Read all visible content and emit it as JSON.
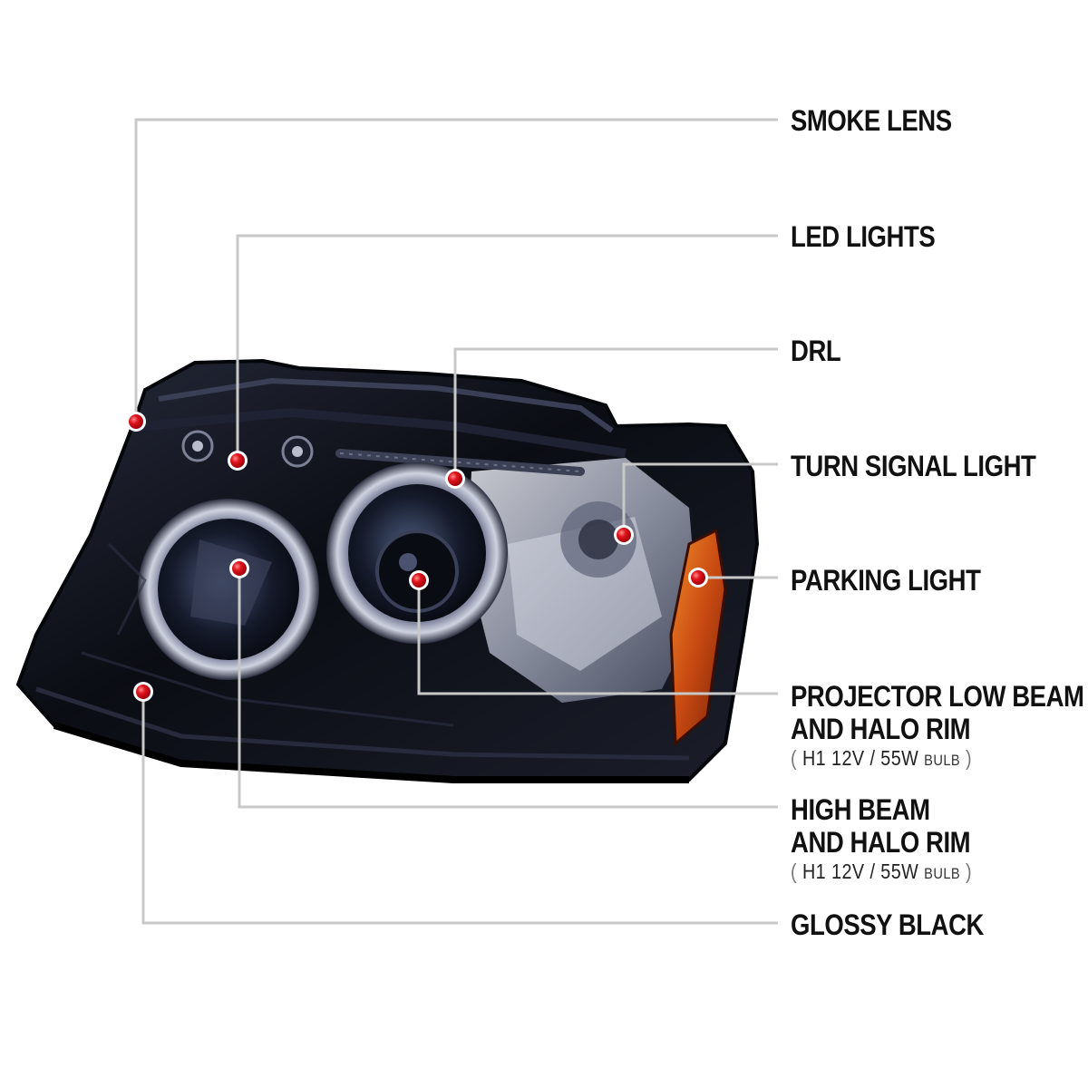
{
  "callouts": [
    {
      "id": "smoke-lens",
      "lines": [
        "SMOKE LENS"
      ]
    },
    {
      "id": "led-lights",
      "lines": [
        "LED LIGHTS"
      ]
    },
    {
      "id": "drl",
      "lines": [
        "DRL"
      ]
    },
    {
      "id": "turn-signal-light",
      "lines": [
        "TURN SIGNAL LIGHT"
      ]
    },
    {
      "id": "parking-light",
      "lines": [
        "PARKING LIGHT"
      ]
    },
    {
      "id": "projector-low-beam",
      "lines": [
        "PROJECTOR LOW BEAM",
        "AND HALO RIM"
      ],
      "spec": {
        "open": "(",
        "bulb_type": "H1",
        "rating": "12V / 55W",
        "bulb": "BULB",
        "close": ")"
      }
    },
    {
      "id": "high-beam",
      "lines": [
        "HIGH BEAM",
        "AND HALO RIM"
      ],
      "spec": {
        "open": "(",
        "bulb_type": "H1",
        "rating": "12V / 55W",
        "bulb": "BULB",
        "close": ")"
      }
    },
    {
      "id": "glossy-black",
      "lines": [
        "GLOSSY BLACK"
      ]
    }
  ],
  "colors": {
    "leader_line": "#c8c8c8",
    "marker": "#e0141e",
    "housing": "#0b0d14",
    "amber": "#e0641a",
    "label_text": "#111111"
  }
}
